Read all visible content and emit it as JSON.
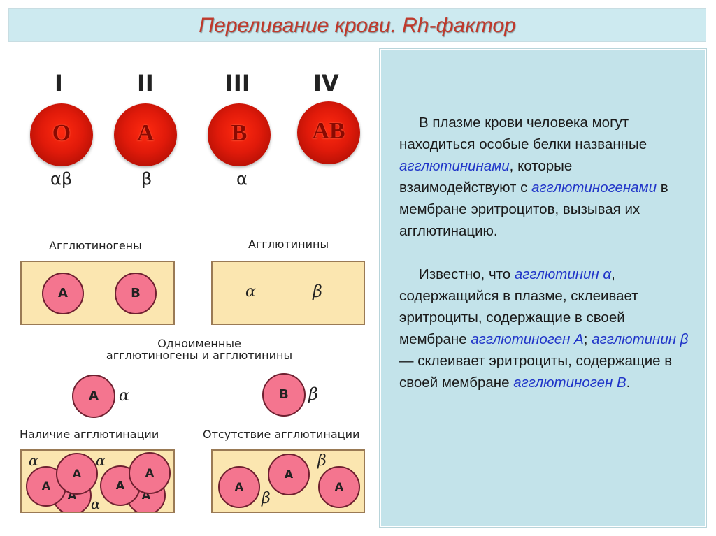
{
  "slide": {
    "title": "Переливание крови. Rh-фактор"
  },
  "blood_groups": [
    {
      "roman": "I",
      "antigen": "O",
      "agglutinins": "αβ"
    },
    {
      "roman": "II",
      "antigen": "A",
      "agglutinins": "β"
    },
    {
      "roman": "III",
      "antigen": "B",
      "agglutinins": "α"
    },
    {
      "roman": "IV",
      "antigen": "AB",
      "agglutinins": ""
    }
  ],
  "diagram": {
    "agglutinogens_title": "Агглютиногены",
    "agglutinins_title": "Агглютинины",
    "cell_a": "A",
    "cell_b": "B",
    "alpha": "α",
    "beta": "β",
    "same_name_line1": "Одноименные",
    "same_name_line2": "агглютиногены  и  агглютинины",
    "presence_label": "Наличие  агглютинации",
    "absence_label": "Отсутствие  агглютинации"
  },
  "info": {
    "p1_a": "В плазме крови человека могут находиться особые белки названные ",
    "p1_term1": "агглютининами",
    "p1_b": ", которые взаимодействуют с ",
    "p1_term2": "агглютиногенами",
    "p1_c": " в мембране эритроцитов, вызывая их агглютинацию.",
    "p2_a": "Известно, что ",
    "p2_term1": "агглютинин α",
    "p2_b": ", содержащийся в плазме, склеивает эритроциты, содержащие в своей мембране ",
    "p2_term2": "агглютиноген А",
    "p2_c": "; ",
    "p2_term3": "агглютинин β",
    "p2_d": " — склеивает эритроциты, содержащие в своей мембране ",
    "p2_term4": "агглютиноген В",
    "p2_e": "."
  },
  "colors": {
    "title": "#c0392b",
    "title_bar": "#cdeaf0",
    "panel": "#c3e3ea",
    "term": "#2035c8",
    "beige": "#fbe6b0",
    "pink_cell": "#f4758f",
    "red_cell": "#e01a0a"
  }
}
